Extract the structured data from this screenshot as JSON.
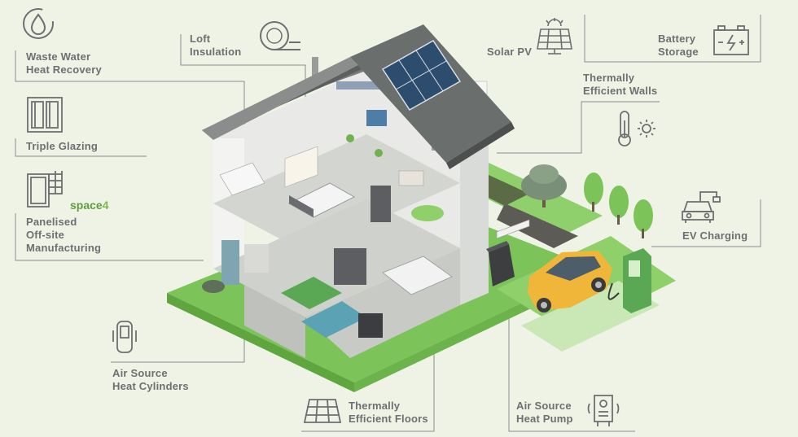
{
  "labels": {
    "waste_water": [
      "Waste Water",
      "Heat Recovery"
    ],
    "loft_insulation": [
      "Loft",
      "Insulation"
    ],
    "solar_pv": [
      "Solar PV"
    ],
    "battery_storage": [
      "Battery",
      "Storage"
    ],
    "thermally_efficient_walls": [
      "Thermally",
      "Efficient Walls"
    ],
    "triple_glazing": [
      "Triple Glazing"
    ],
    "panelised": [
      "Panelised",
      "Off-site",
      "Manufacturing"
    ],
    "ev_charging": [
      "EV Charging"
    ],
    "air_source_cylinders": [
      "Air Source",
      "Heat Cylinders"
    ],
    "thermally_efficient_floors": [
      "Thermally",
      "Efficient Floors"
    ],
    "air_source_pump": [
      "Air Source",
      "Heat Pump"
    ]
  },
  "brand": {
    "prefix": "space",
    "suffix": "4"
  },
  "colors": {
    "background": "#eef3e6",
    "grass": "#7cc35a",
    "roof": "#6a6e6c",
    "wall": "#f2f2f0",
    "label_text": "#6d6f72",
    "brand_green": "#5f9e3f",
    "car": "#f0b63a",
    "charger": "#5aa854"
  },
  "icons": {
    "waste_water": "water-recycle-icon",
    "loft_insulation": "insulation-roll-icon",
    "solar_pv": "solar-panel-icon",
    "battery_storage": "battery-icon",
    "thermally_efficient_walls": "thermometer-sun-icon",
    "triple_glazing": "window-icon",
    "panelised": "panel-grid-icon",
    "ev_charging": "ev-car-icon",
    "air_source_cylinders": "heat-cylinder-icon",
    "thermally_efficient_floors": "floor-grid-icon",
    "air_source_pump": "heat-pump-icon"
  }
}
